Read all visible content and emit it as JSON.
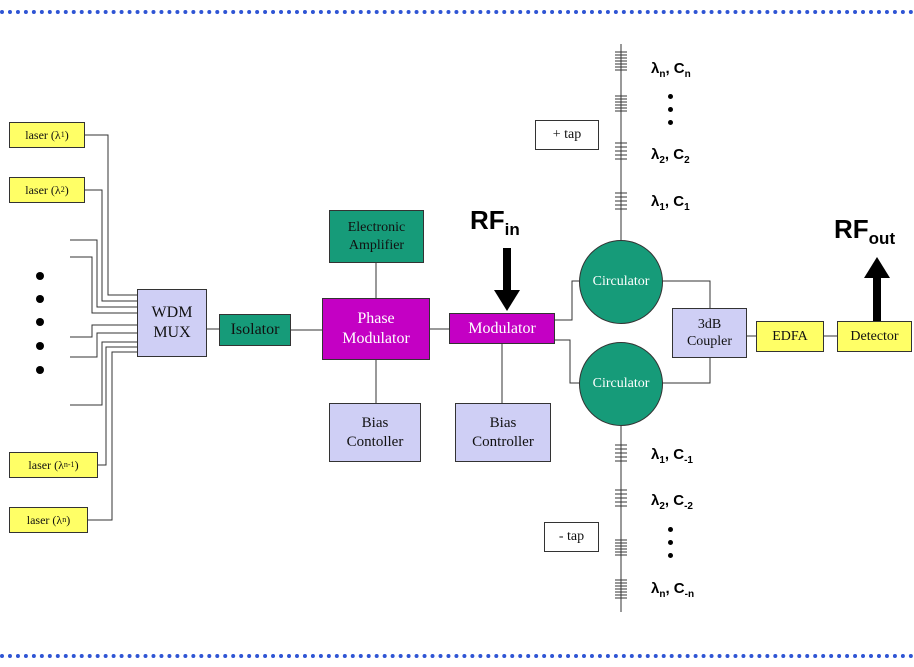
{
  "lasers": {
    "l1": {
      "prefix": "laser (λ",
      "sub": "1",
      "suffix": ")"
    },
    "l2": {
      "prefix": "laser (λ",
      "sub": "2",
      "suffix": ")"
    },
    "ln1": {
      "prefix": "laser (λ",
      "sub": "n-1",
      "suffix": ")"
    },
    "ln": {
      "prefix": "laser (λ",
      "sub": "n",
      "suffix": ")"
    }
  },
  "blocks": {
    "wdm_line1": "WDM",
    "wdm_line2": "MUX",
    "isolator": "Isolator",
    "amp_line1": "Electronic",
    "amp_line2": "Amplifier",
    "phase_line1": "Phase",
    "phase_line2": "Modulator",
    "modulator": "Modulator",
    "bias1_line1": "Bias",
    "bias1_line2": "Contoller",
    "bias2_line1": "Bias",
    "bias2_line2": "Controller",
    "circ_top": "Circulator",
    "circ_bottom": "Circulator",
    "coupler_line1": "3dB",
    "coupler_line2": "Coupler",
    "edfa": "EDFA",
    "detector": "Detector",
    "plus_tap": "+ tap",
    "minus_tap": "- tap"
  },
  "signals": {
    "rf_in": {
      "main": "RF",
      "sub": "in"
    },
    "rf_out": {
      "main": "RF",
      "sub": "out"
    }
  },
  "gratings": {
    "top": [
      {
        "lam": "λ",
        "lam_sub": "n",
        "c": ", C",
        "c_sub": "n"
      },
      {
        "lam": "λ",
        "lam_sub": "2",
        "c": ", C",
        "c_sub": "2"
      },
      {
        "lam": "λ",
        "lam_sub": "1",
        "c": ", C",
        "c_sub": "1"
      }
    ],
    "bottom": [
      {
        "lam": "λ",
        "lam_sub": "1",
        "c": ", C",
        "c_sub": "-1"
      },
      {
        "lam": "λ",
        "lam_sub": "2",
        "c": ", C",
        "c_sub": "-2"
      },
      {
        "lam": "λ",
        "lam_sub": "n",
        "c": ", C",
        "c_sub": "-n"
      }
    ]
  },
  "colors": {
    "laser": "#ffff66",
    "passive": "#cfcff5",
    "active": "#169b79",
    "modulator": "#c400c4",
    "border_dots": "#2f55d4"
  }
}
